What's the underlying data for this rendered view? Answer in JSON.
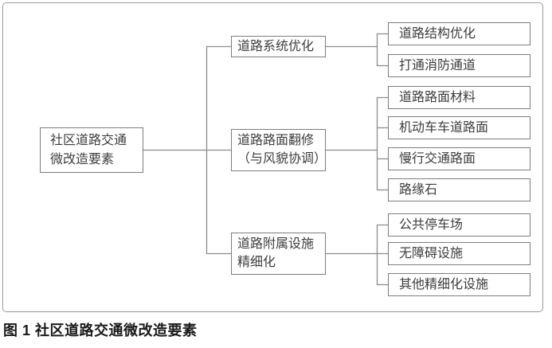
{
  "figure": {
    "caption": "图 1 社区道路交通微改造要素"
  },
  "diagram": {
    "type": "tree",
    "root": {
      "label": "社区道路交通\n微改造要素"
    },
    "branches": [
      {
        "label": "道路系统优化",
        "children": [
          {
            "label": "道路结构优化"
          },
          {
            "label": "打通消防通道"
          }
        ]
      },
      {
        "label": "道路路面翻修\n（与风貌协调）",
        "children": [
          {
            "label": "道路路面材料"
          },
          {
            "label": "机动车车道路面"
          },
          {
            "label": "慢行交通路面"
          },
          {
            "label": "路缘石"
          }
        ]
      },
      {
        "label": "道路附属设施\n精细化",
        "children": [
          {
            "label": "公共停车场"
          },
          {
            "label": "无障碍设施"
          },
          {
            "label": "其他精细化设施"
          }
        ]
      }
    ],
    "colors": {
      "background": "#ffffff",
      "outer_border": "#9a9a9a",
      "box_border": "#7d7d7d",
      "connector_line": "#8c8c8c",
      "text": "#3d3d3d",
      "caption_text": "#1a1a1a"
    }
  }
}
